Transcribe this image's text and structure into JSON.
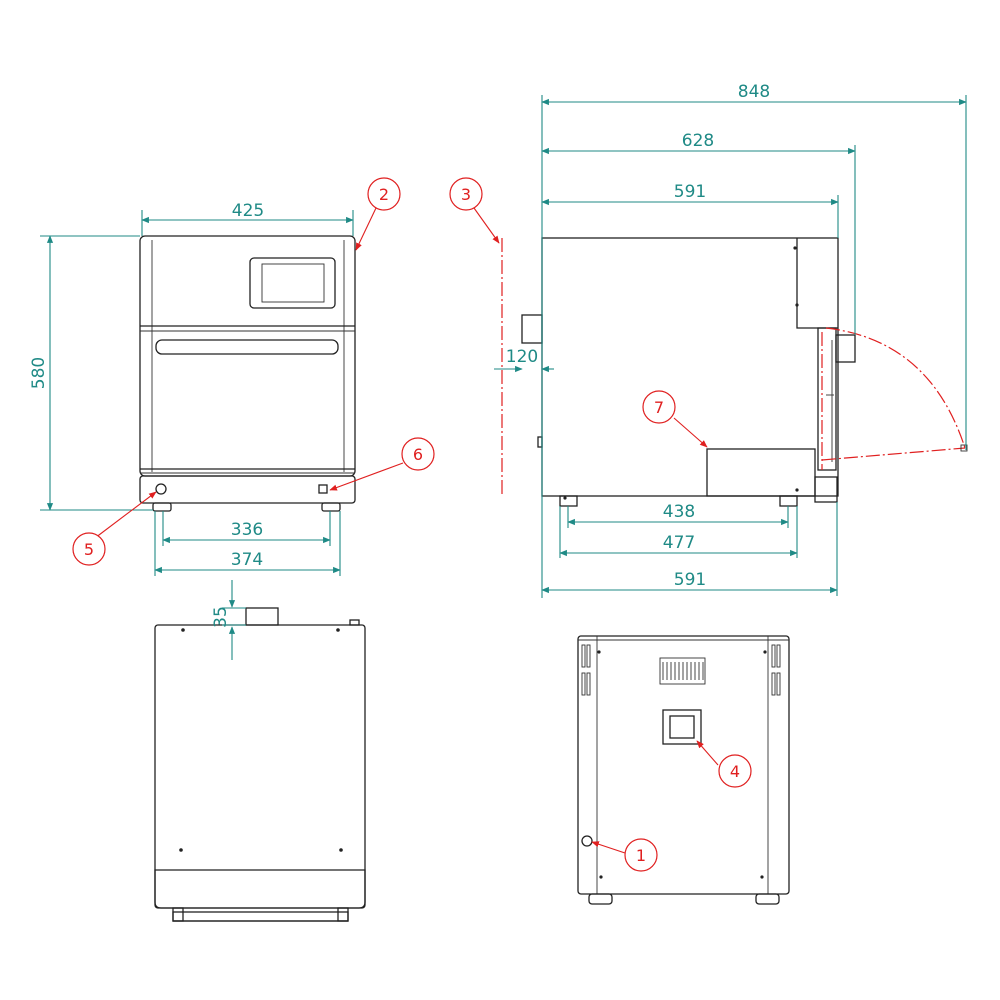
{
  "dimensions": {
    "front_width": "425",
    "front_height": "580",
    "front_feet_inner": "336",
    "front_feet_outer": "374",
    "side_total": "848",
    "side_door_open": "628",
    "side_body_top": "591",
    "side_vent_clearance": "120",
    "side_feet_inner": "438",
    "side_feet_outer": "477",
    "side_body_bottom": "591",
    "top_vent_depth": "35"
  },
  "callouts": [
    "1",
    "2",
    "3",
    "4",
    "5",
    "6",
    "7"
  ],
  "colors": {
    "dimension": "#1f8a86",
    "callout": "#e02020",
    "outline": "#222222"
  }
}
